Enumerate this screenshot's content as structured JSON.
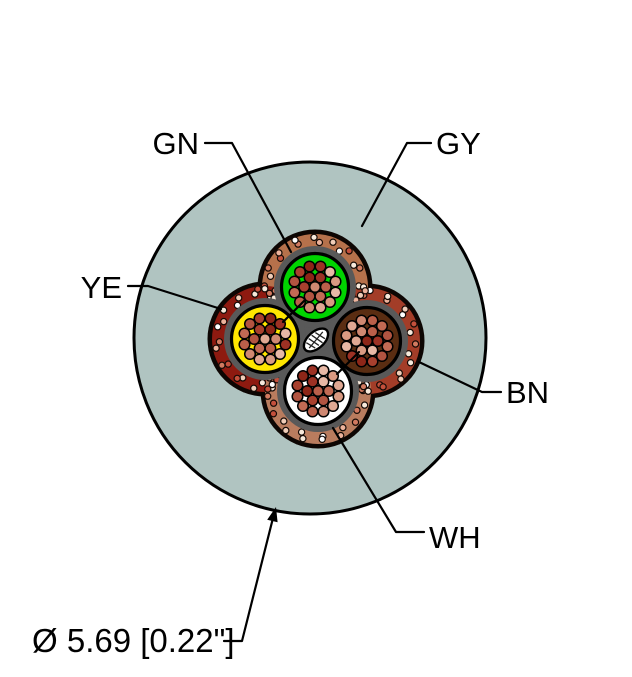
{
  "callouts": {
    "gn": "GN",
    "gy": "GY",
    "ye": "YE",
    "bn": "BN",
    "wh": "WH"
  },
  "dimension_label": "Ø 5.69 [0.22\"]",
  "jacket": {
    "code": "GY",
    "color": "#b0c4c1"
  },
  "conductors": [
    {
      "code": "GN",
      "position": "top",
      "color": "#00d400",
      "strand_color_seed": 0
    },
    {
      "code": "YE",
      "position": "left",
      "color": "#ffe600",
      "strand_color_seed": 3
    },
    {
      "code": "BN",
      "position": "right",
      "color": "#5a2d12",
      "strand_color_seed": 5
    },
    {
      "code": "WH",
      "position": "bottom",
      "color": "#ffffff",
      "strand_color_seed": 7
    }
  ],
  "shield": {
    "lobe_colors": [
      "#b6714b",
      "#8e1a10",
      "#a33d28",
      "#b97c5e"
    ],
    "core_color": "#8e1a10",
    "outline_color": "#0d0603",
    "wire_dot_palette": [
      "#f7e9db",
      "#ffffff",
      "#edb39c",
      "#d27a60",
      "#c4503c",
      "#f0cdb8"
    ]
  },
  "inner_wrap_color": "#595959",
  "strand_palette": [
    "#cf8872",
    "#b25441",
    "#9c3124",
    "#e0a893",
    "#c26a54",
    "#8d2618",
    "#d99a82",
    "#ba5f4a",
    "#a8402e",
    "#e8b9a6"
  ],
  "filler": {
    "fill": "#ffffff",
    "hatch": "#222222"
  },
  "line_color": "#000000"
}
